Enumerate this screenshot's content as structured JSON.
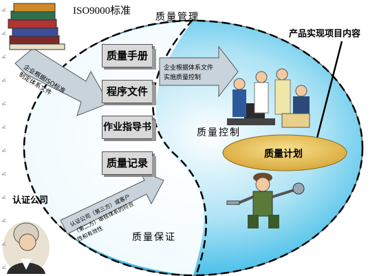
{
  "iso_title": "ISO9000标准",
  "qm_title": "质量管理",
  "qc_title": "质量控制",
  "qa_title": "质量保证",
  "product_title": "产品实现项目内容",
  "cert_title": "认证公司",
  "docs": [
    "质量手册",
    "程序文件",
    "作业指导书",
    "质量记录"
  ],
  "arrow_left_text": [
    "企业根据ISO标准",
    "制定体系文件"
  ],
  "arrow_top_text": [
    "企业根据体系文件",
    "实施质量控制"
  ],
  "arrow_bottom_text": [
    "认证公司（第三方）或客户",
    "（第二方）审核体系的符合",
    "性和有效性"
  ],
  "plan_label": "质量计划",
  "colors": {
    "ellipse": "#55c8ec",
    "arrow": "#c9d3dc",
    "doc": "#d9d9d9",
    "plan": "#e7c45c"
  },
  "icons": [
    "books-icon",
    "meeting-people-icon",
    "worker-icon",
    "washington-portrait-icon",
    "paragraph-mark-icon"
  ]
}
